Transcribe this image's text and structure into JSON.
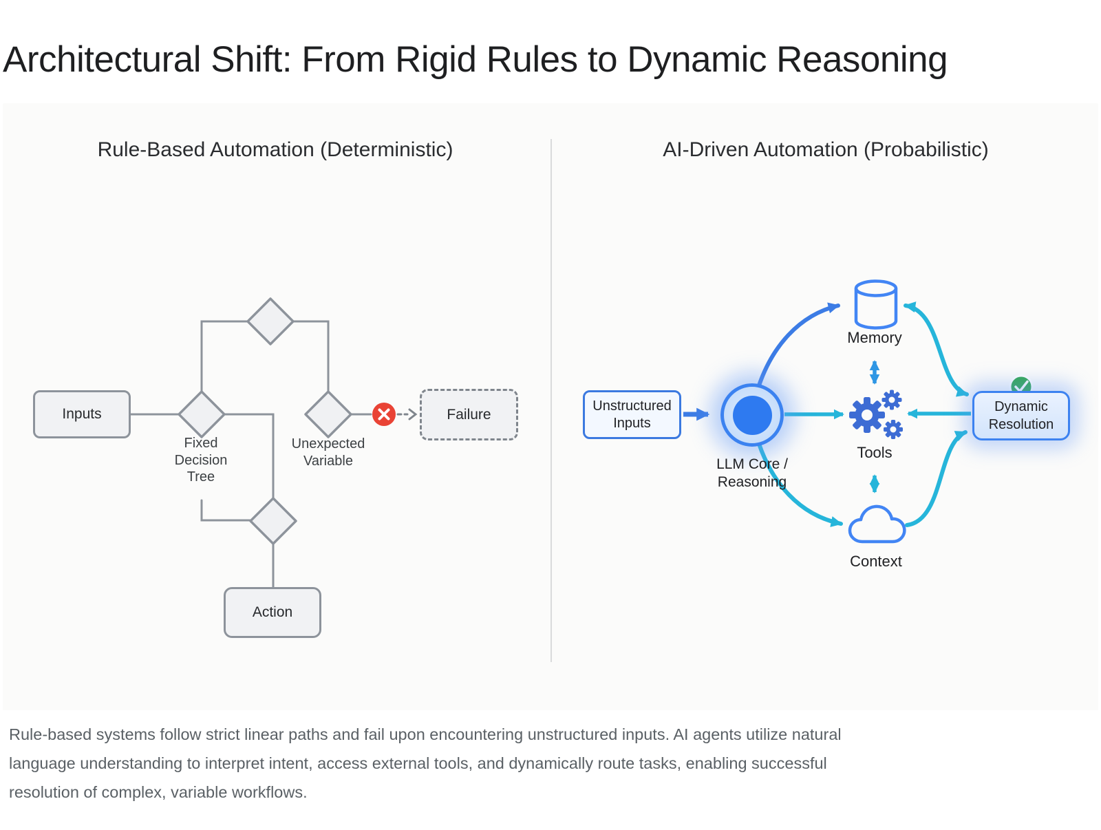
{
  "title": "Architectural Shift: From Rigid Rules to Dynamic Reasoning",
  "left": {
    "header": "Rule-Based Automation (Deterministic)",
    "nodes": {
      "inputs": "Inputs",
      "failure": "Failure",
      "action": "Action"
    },
    "labels": {
      "fixed_decision_tree": "Fixed Decision Tree",
      "unexpected_variable": "Unexpected Variable"
    },
    "icons": {
      "failure_marker": "x-circle"
    }
  },
  "right": {
    "header": "AI-Driven Automation (Probabilistic)",
    "nodes": {
      "unstructured_inputs": "Unstructured Inputs",
      "llm_core": "LLM Core / Reasoning",
      "memory": "Memory",
      "tools": "Tools",
      "context": "Context",
      "dynamic_resolution": "Dynamic Resolution"
    },
    "icons": {
      "memory": "database-cylinder-icon",
      "tools": "gears-icon",
      "context": "cloud-icon",
      "success_marker": "check-circle"
    }
  },
  "caption": {
    "lines": [
      "Rule-based systems follow strict linear paths and fail upon encountering unstructured inputs. AI agents utilize natural",
      "language understanding to interpret intent, access external tools, and dynamically route tasks, enabling successful",
      "resolution of complex, variable workflows."
    ]
  },
  "colors": {
    "flow_gray": "#8d939b",
    "royal_blue": "#3c7ce5",
    "icon_blue": "#4285f4",
    "mid_blue": "#2e96e4",
    "cyan": "#26b5da",
    "gear_blue": "#3d6cd4",
    "error_red": "#e94335",
    "success_green": "#34a853",
    "caption_gray": "#5a6065"
  }
}
